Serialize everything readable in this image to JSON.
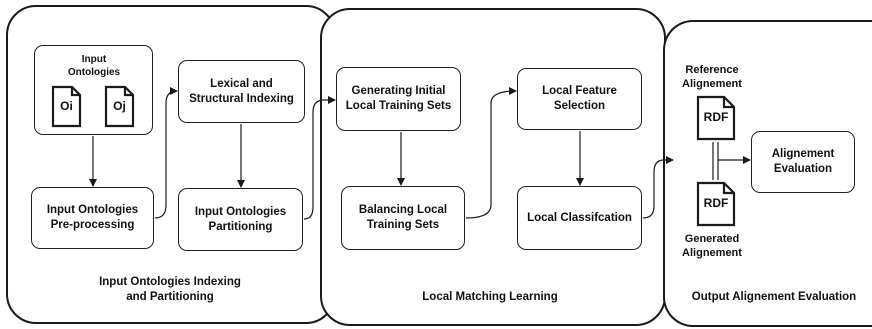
{
  "panels": {
    "indexing": {
      "title_line1": "Input Ontologies Indexing",
      "title_line2": "and Partitioning"
    },
    "matching": {
      "title": "Local Matching Learning"
    },
    "output": {
      "title": "Output Alignement Evaluation"
    }
  },
  "input_ontologies": {
    "label_line1": "Input",
    "label_line2": "Ontologies",
    "doc_oi": "Oi",
    "doc_oj": "Oj"
  },
  "boxes": {
    "preprocessing": {
      "line1": "Input Ontologies",
      "line2": "Pre-processing"
    },
    "indexing": {
      "line1": "Lexical and",
      "line2": "Structural Indexing"
    },
    "partitioning": {
      "line1": "Input Ontologies",
      "line2": "Partitioning"
    },
    "generating": {
      "line1": "Generating Initial",
      "line2": "Local Training Sets"
    },
    "balancing": {
      "line1": "Balancing Local",
      "line2": "Training Sets"
    },
    "feature_selection": {
      "line1": "Local Feature",
      "line2": "Selection"
    },
    "classification": {
      "line1": "Local Classifcation"
    },
    "evaluation": {
      "line1": "Alignement",
      "line2": "Evaluation"
    }
  },
  "reference": {
    "line1": "Reference",
    "line2": "Alignement",
    "doc": "RDF"
  },
  "generated": {
    "line1": "Generated",
    "line2": "Alignement",
    "doc": "RDF"
  },
  "colors": {
    "stroke": "#1a1a1a",
    "background": "#ffffff"
  }
}
